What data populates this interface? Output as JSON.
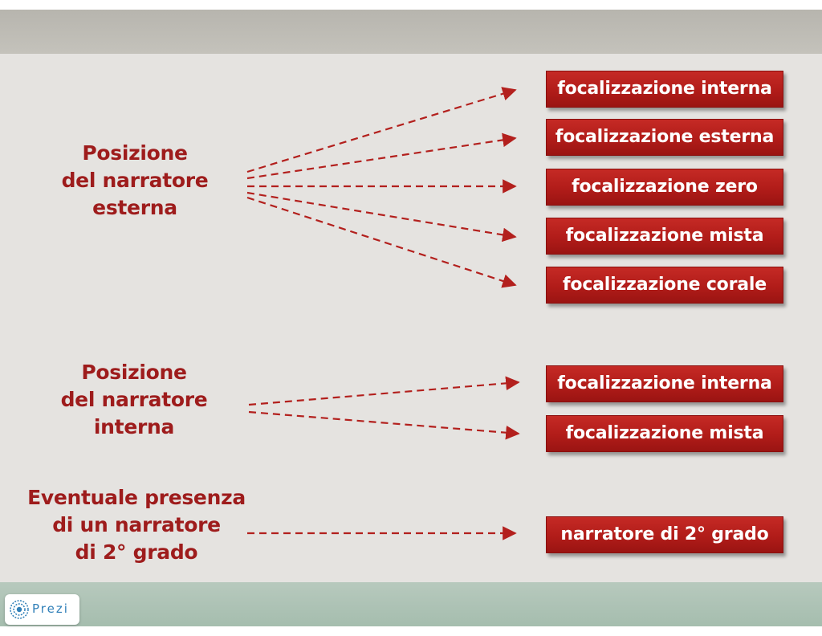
{
  "groups": [
    {
      "label_lines": [
        "Posizione",
        "del narratore",
        "esterna"
      ],
      "targets": [
        "focalizzazione interna",
        "focalizzazione esterna",
        "focalizzazione zero",
        "focalizzazione mista",
        "focalizzazione corale"
      ]
    },
    {
      "label_lines": [
        "Posizione",
        "del narratore",
        "interna"
      ],
      "targets": [
        "focalizzazione interna",
        "focalizzazione mista"
      ]
    },
    {
      "label_lines": [
        "Eventuale presenza",
        "di un narratore",
        "di 2° grado"
      ],
      "targets": [
        "narratore di 2° grado"
      ]
    }
  ],
  "badge": {
    "brand": "Prezi",
    "icon": "prezi-logo-icon"
  },
  "colors": {
    "accent_red": "#9e1c1c",
    "box_red": "#b11c19",
    "slide_bg": "#e5e3e0",
    "top_band": "#bdbbb4",
    "bottom_band": "#adc2b4",
    "prezi_blue": "#2f7fb8"
  }
}
